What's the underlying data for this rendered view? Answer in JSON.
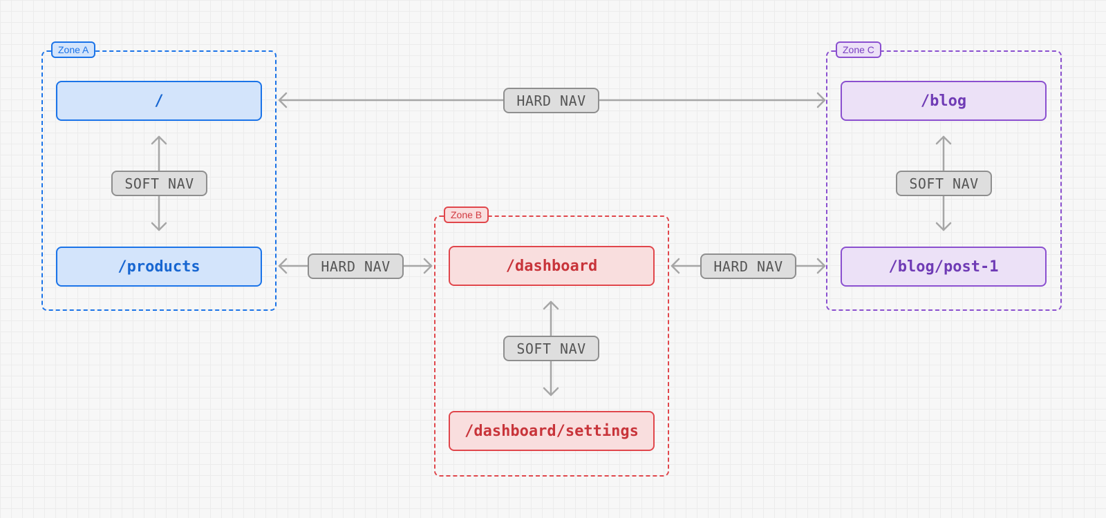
{
  "zones": {
    "a": {
      "label": "Zone A",
      "routes": {
        "home": "/",
        "products": "/products"
      },
      "soft_nav": "SOFT NAV"
    },
    "b": {
      "label": "Zone B",
      "routes": {
        "dashboard": "/dashboard",
        "settings": "/dashboard/settings"
      },
      "soft_nav": "SOFT NAV"
    },
    "c": {
      "label": "Zone C",
      "routes": {
        "blog": "/blog",
        "post": "/blog/post-1"
      },
      "soft_nav": "SOFT NAV"
    }
  },
  "hard_nav": {
    "a_to_c": "HARD NAV",
    "a_to_b": "HARD NAV",
    "b_to_c": "HARD NAV"
  },
  "colors": {
    "zone_a": "#1a73e8",
    "zone_b": "#e0464b",
    "zone_c": "#8a4fcf",
    "connector": "#a6a6a6"
  }
}
